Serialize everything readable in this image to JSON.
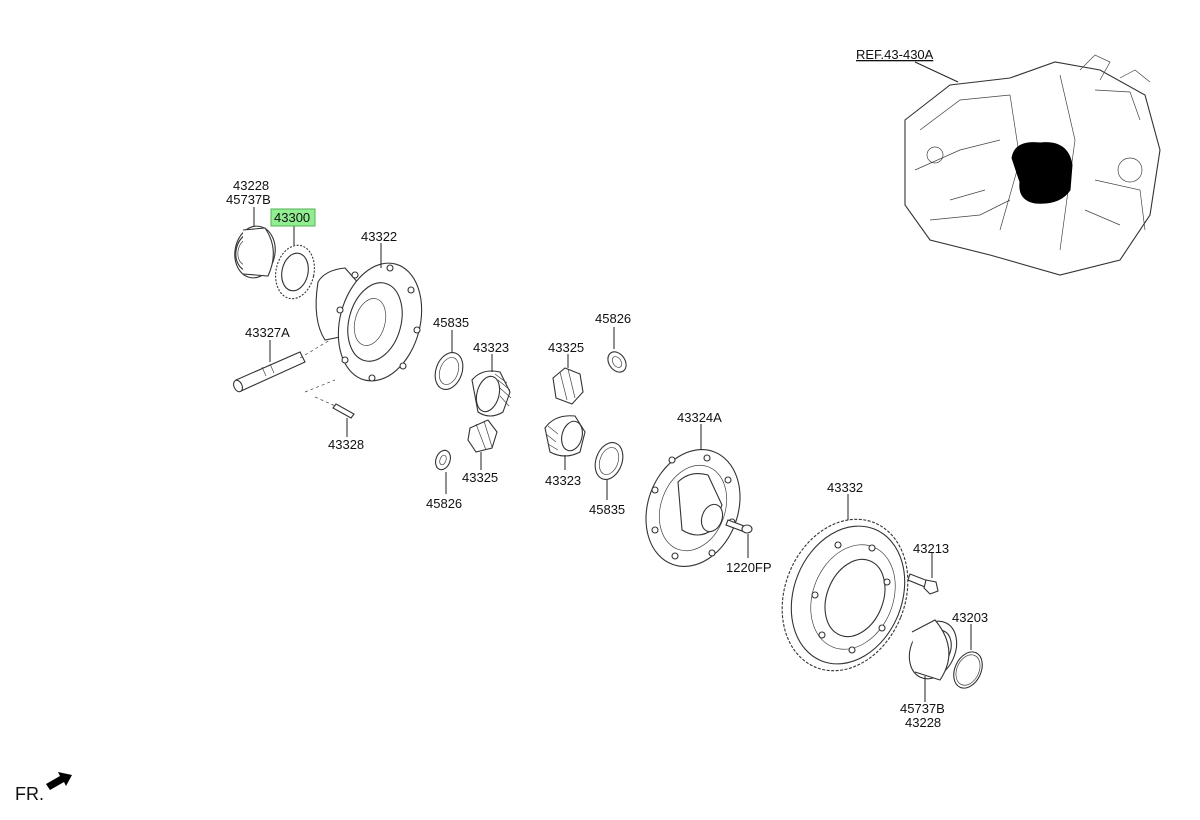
{
  "diagram": {
    "reference": "REF.43-430A",
    "direction": "FR.",
    "highlight_color": "#90ee90",
    "labels": {
      "bearing_left_a": "43228",
      "bearing_left_b": "45737B",
      "selected_part": "43300",
      "case_upper": "43322",
      "shaft": "43327A",
      "pin": "43328",
      "washer_upper": "45835",
      "side_gear_upper": "43323",
      "pinion_upper": "43325",
      "thrust_washer_upper": "45826",
      "pinion_lower": "43325",
      "thrust_washer_lower": "45826",
      "side_gear_lower": "43323",
      "washer_lower": "45835",
      "case_lower": "43324A",
      "bolt_case": "1220FP",
      "ring_gear": "43332",
      "bolt_ring": "43213",
      "snap_ring": "43203",
      "bearing_right_b": "45737B",
      "bearing_right_a": "43228"
    }
  }
}
